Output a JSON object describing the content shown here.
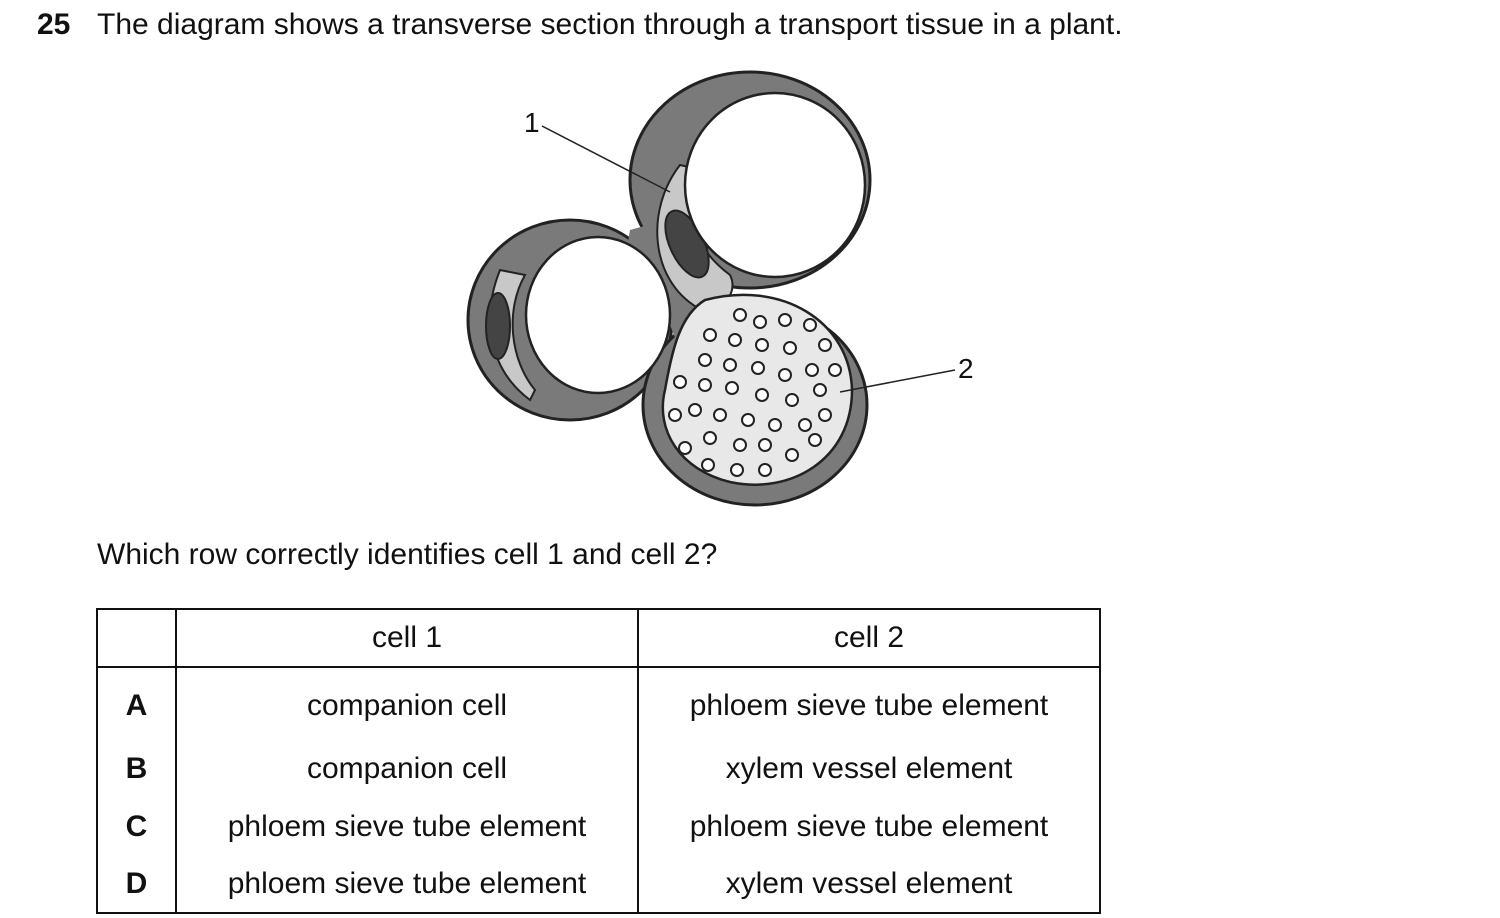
{
  "question": {
    "number": "25",
    "text": "The diagram shows a transverse section through a transport tissue in a plant.",
    "prompt": "Which row correctly identifies cell 1 and cell 2?"
  },
  "diagram": {
    "label_1": "1",
    "label_2": "2"
  },
  "table": {
    "headers": [
      "",
      "cell 1",
      "cell 2"
    ],
    "rows": [
      {
        "letter": "A",
        "cell1": "companion cell",
        "cell2": "phloem sieve tube element"
      },
      {
        "letter": "B",
        "cell1": "companion cell",
        "cell2": "xylem vessel element"
      },
      {
        "letter": "C",
        "cell1": "phloem sieve tube element",
        "cell2": "phloem sieve tube element"
      },
      {
        "letter": "D",
        "cell1": "phloem sieve tube element",
        "cell2": "xylem vessel element"
      }
    ]
  }
}
